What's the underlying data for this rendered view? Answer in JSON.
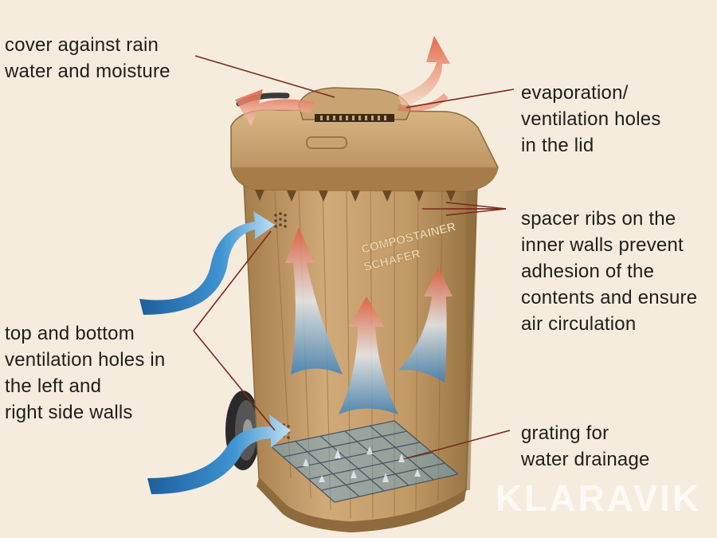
{
  "labels": {
    "cover": "cover against rain\nwater and moisture",
    "evaporation": "evaporation/\nventilation holes\nin the lid",
    "spacer_ribs": "spacer ribs on the\ninner walls prevent\nadhesion of the\ncontents and ensure\nair circulation",
    "ventilation": "top and bottom\nventilation holes in\nthe left and\nright side walls",
    "grating": "grating for\nwater drainage"
  },
  "bin_text": {
    "line1": "COMPOSTAINER",
    "line2": "SCHÄFER"
  },
  "watermark": "KLARAVIK",
  "colors": {
    "background": "#f6ecdd",
    "bin_body": "#c79f6c",
    "bin_shadow": "#9c7646",
    "leader_line": "#7a2a1c",
    "warm_arrow": "#e05a3a",
    "cool_arrow": "#2f7fc0",
    "label_text": "#1e1e1e"
  }
}
